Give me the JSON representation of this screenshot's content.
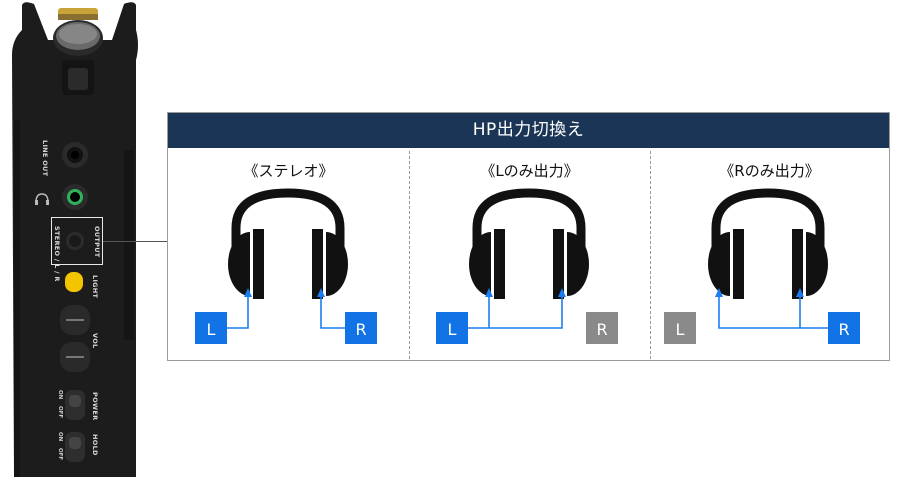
{
  "device": {
    "labels": {
      "line_out": "LINE OUT",
      "output": "OUTPUT",
      "stereo_lr": "STEREO / L / R",
      "light": "LIGHT",
      "vol": "VOL",
      "power": "POWER",
      "hold": "HOLD",
      "on": "ON",
      "off": "OFF"
    },
    "colors": {
      "body": "#1c1c1c",
      "light_button": "#f2c500",
      "hp_ring": "#2fb35a",
      "mic_gold": "#c9a23a"
    }
  },
  "panel": {
    "title": "HP出力切換え",
    "modes": [
      {
        "title": "《ステレオ》",
        "left_label": "L",
        "right_label": "R",
        "left_active": true,
        "right_active": true
      },
      {
        "title": "《Lのみ出力》",
        "left_label": "L",
        "right_label": "R",
        "left_active": true,
        "right_active": false
      },
      {
        "title": "《Rのみ出力》",
        "left_label": "L",
        "right_label": "R",
        "left_active": false,
        "right_active": true
      }
    ]
  },
  "colors": {
    "header_bg": "#1b3557",
    "active": "#1173e6",
    "inactive": "#8a8a8a",
    "arrow": "#1a7ef2",
    "headphone": "#111111"
  }
}
